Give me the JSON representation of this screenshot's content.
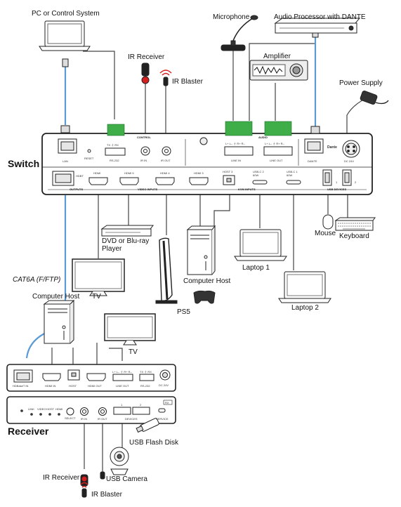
{
  "labels": {
    "pc": "PC or Control System",
    "mic": "Microphone",
    "audio_proc": "Audio Processor with DANTE",
    "ir_receiver_top": "IR Receiver",
    "ir_blaster_top": "IR Blaster",
    "amplifier": "Amplifier",
    "power_supply": "Power Supply",
    "switch": "Switch",
    "dvd": "DVD or Blu-ray\nPlayer",
    "mouse": "Mouse",
    "keyboard": "Keyboard",
    "cat6a": "CAT6A (F/FTP)",
    "tv1": "TV",
    "computer_host_mid": "Computer Host",
    "laptop1": "Laptop 1",
    "ps5": "PS5",
    "laptop2": "Laptop 2",
    "computer_host_left": "Computer Host",
    "tv2": "TV",
    "receiver": "Receiver",
    "usb_flash": "USB Flash Disk",
    "ir_receiver_bottom": "IR Receiver",
    "usb_camera": "USB Camera",
    "ir_blaster_bottom": "IR Blaster"
  },
  "switch_panel": {
    "control": "CONTROL",
    "audio": "AUDIO",
    "lan": "LAN",
    "reset": "RESET",
    "tx_rx": "TX  ⏚  RX",
    "rs232": "RS-232",
    "ir_in": "IR IN",
    "ir_out": "IR OUT",
    "line_in_pins": "L+ L–  ⏚  R+ R–",
    "line_in": "LINE IN",
    "line_out_pins": "L+ L–  ⏚  R+ R–",
    "line_out": "LINE OUT",
    "dante": "DANTE",
    "dc24v": "DC 24V",
    "dante_logo": "Dante",
    "hdbt": "HDBT",
    "hdmi": "HDMI",
    "hdmi5": "HDMI 5",
    "hdmi4": "HDMI 4",
    "hdmi3": "HDMI 3",
    "host3": "HOST 3",
    "usbc2": "USB-C 2\n60W",
    "usbc1": "USB-C 1\n60W",
    "usb_1": "1",
    "usb_2": "2",
    "outputs": "OUTPUTS",
    "video_inputs": "VIDEO INPUTS",
    "kvm_inputs": "KVM INPUTS",
    "usb_devices": "USB DEVICES"
  },
  "receiver_panel": {
    "hdbaset_in": "HDBaseT IN",
    "hdmi_in": "HDMI IN",
    "host": "HOST",
    "hdmi_out": "HDMI OUT",
    "line_out_pins": "L+ L–  ⏚  R+ R–",
    "line_out": "LINE OUT",
    "tx_rx": "TX  ⏚  RX",
    "rs232": "RS-232",
    "dc24v": "DC 24V",
    "link": "LINK",
    "video": "VIDEO",
    "host_led": "HOST",
    "hdmi_led": "HDMI",
    "select": "SELECT",
    "ir_in": "IR IN",
    "ir_out": "IR OUT",
    "devices": "DEVICES",
    "dev1": "1",
    "dev2": "2",
    "service": "SERVICE",
    "rx": "RX"
  },
  "colors": {
    "cat6a_cable": "#5b9bd5",
    "green_terminal": "#3fae49",
    "ir_red": "#d62020",
    "panel_stroke": "#222222"
  },
  "icons": [
    "laptop-icon",
    "microphone-icon",
    "audio-processor-icon",
    "amplifier-icon",
    "power-supply-icon",
    "ir-receiver-icon",
    "ir-blaster-icon",
    "dvd-player-icon",
    "tv-icon",
    "ps5-icon",
    "gamepad-icon",
    "computer-tower-icon",
    "mouse-icon",
    "keyboard-icon",
    "usb-flash-icon",
    "usb-camera-icon"
  ]
}
